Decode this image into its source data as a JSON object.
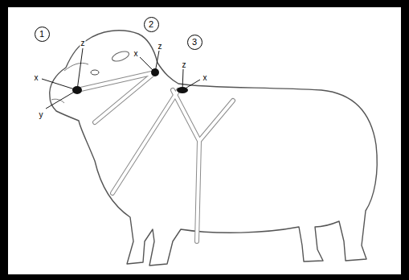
{
  "diagram": {
    "nodes": [
      {
        "text": [
          "1"
        ]
      },
      {
        "text": [
          "2"
        ]
      },
      {
        "text": [
          "3"
        ]
      }
    ],
    "labels": [
      "x",
      "z",
      "y",
      "x",
      "z",
      "z",
      "x"
    ]
  }
}
